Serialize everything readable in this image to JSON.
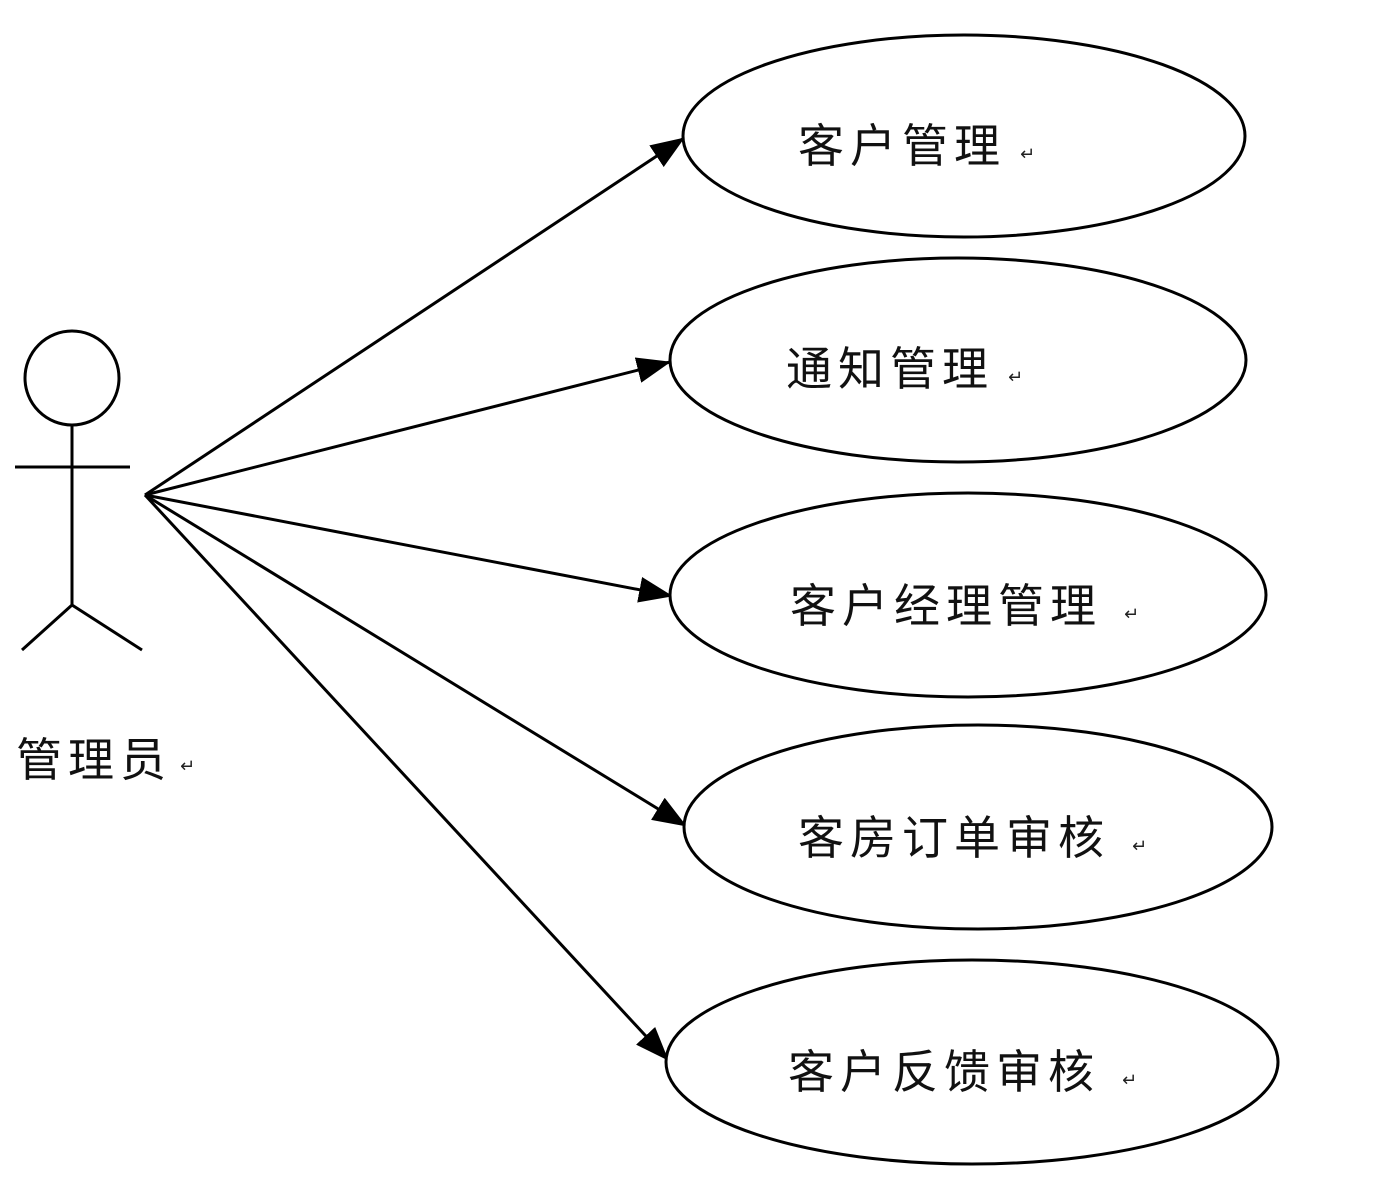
{
  "actor": {
    "label": "管理员",
    "return_mark": "↵"
  },
  "use_cases": [
    {
      "label": "客户管理",
      "return_mark": "↵"
    },
    {
      "label": "通知管理",
      "return_mark": "↵"
    },
    {
      "label": "客户经理管理",
      "return_mark": "↵"
    },
    {
      "label": "客房订单审核",
      "return_mark": "↵"
    },
    {
      "label": "客户反馈审核",
      "return_mark": "↵"
    }
  ],
  "colors": {
    "stroke": "#000000",
    "background": "#ffffff",
    "text": "#111111"
  }
}
